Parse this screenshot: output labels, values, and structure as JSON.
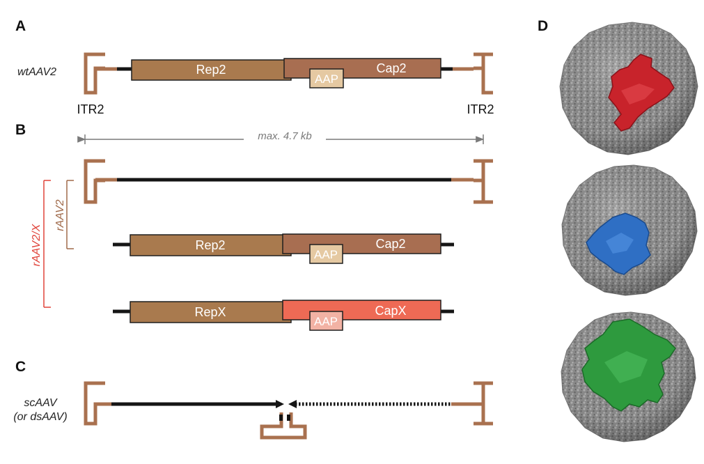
{
  "panels": {
    "a": "A",
    "b": "B",
    "c": "C",
    "d": "D"
  },
  "panel_a": {
    "construct_label": "wtAAV2",
    "rep_label": "Rep2",
    "cap_label": "Cap2",
    "aap_label": "AAP",
    "itr_left_label": "ITR2",
    "itr_right_label": "ITR2"
  },
  "panel_b": {
    "size_label": "max. 4.7 kb",
    "bracket_outer_label": "rAAV2/X",
    "bracket_inner_label": "rAAV2",
    "helper1": {
      "rep_label": "Rep2",
      "cap_label": "Cap2",
      "aap_label": "AAP"
    },
    "helper2": {
      "rep_label": "RepX",
      "cap_label": "CapX",
      "aap_label": "AAP"
    }
  },
  "panel_c": {
    "construct_label_line1": "scAAV",
    "construct_label_line2": "(or dsAAV)"
  },
  "panel_d": {
    "structures": [
      {
        "highlight_color": "#c8232b"
      },
      {
        "highlight_color": "#2f6fc4"
      },
      {
        "highlight_color": "#2e9a3e"
      }
    ]
  },
  "colors": {
    "itr": "#a9714f",
    "rep": "#a97a4e",
    "cap": "#a86e51",
    "capx": "#ee6a55",
    "aap": "#e5c9a2",
    "aapx": "#f2b2a4",
    "backbone": "#151515",
    "bracket_outer": "#e0433a",
    "bracket_inner": "#a06a4a",
    "capsid_gray": "#8d8d8d"
  }
}
